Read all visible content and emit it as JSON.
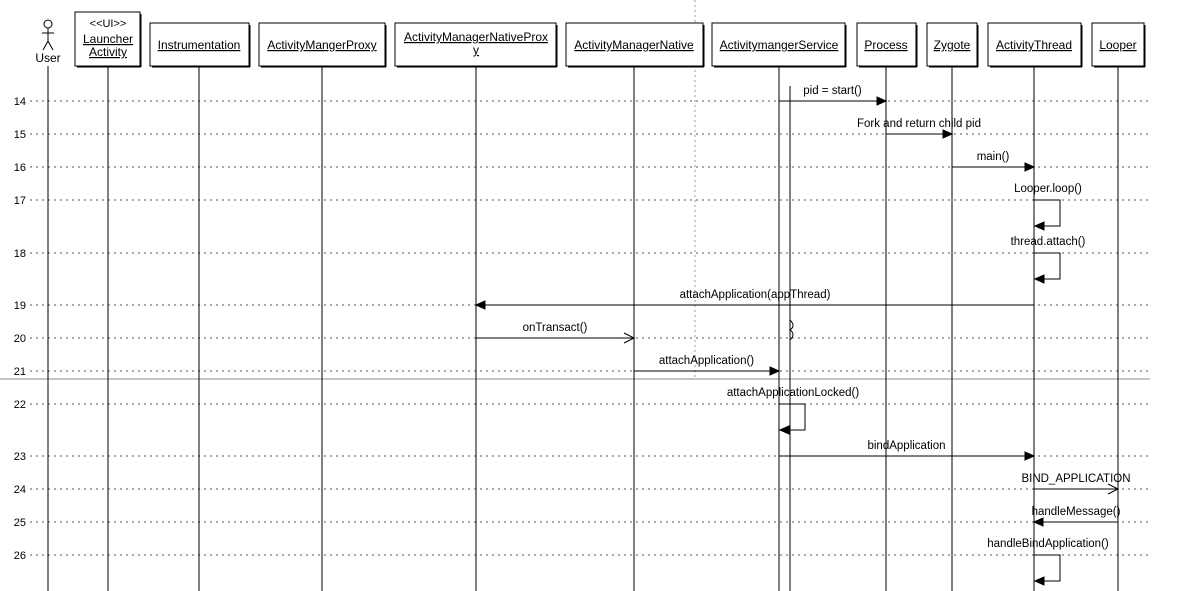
{
  "actor": {
    "label": "User"
  },
  "participants": [
    {
      "id": "launcher",
      "stereotype": "<<UI>>",
      "lines": [
        "Launcher",
        "Activity"
      ]
    },
    {
      "id": "instrumentation",
      "lines": [
        "Instrumentation"
      ]
    },
    {
      "id": "amproxy",
      "lines": [
        "ActivityMangerProxy"
      ]
    },
    {
      "id": "amnativeproxy",
      "lines": [
        "ActivityManagerNativeProx",
        "y"
      ]
    },
    {
      "id": "amnative",
      "lines": [
        "ActivityManagerNative"
      ]
    },
    {
      "id": "amservice",
      "lines": [
        "ActivitymangerService"
      ]
    },
    {
      "id": "process",
      "lines": [
        "Process"
      ]
    },
    {
      "id": "zygote",
      "lines": [
        "Zygote"
      ]
    },
    {
      "id": "activitythread",
      "lines": [
        "ActivityThread"
      ]
    },
    {
      "id": "looper",
      "lines": [
        "Looper"
      ]
    }
  ],
  "rows": [
    "14",
    "15",
    "16",
    "17",
    "18",
    "19",
    "20",
    "21",
    "22",
    "23",
    "24",
    "25",
    "26"
  ],
  "messages": [
    {
      "id": "start",
      "label": "pid = start()",
      "from": "amservice",
      "to": "process",
      "row": "14",
      "style": "sync"
    },
    {
      "id": "fork",
      "label": "Fork and return child pid",
      "from": "process",
      "to": "zygote",
      "row": "15",
      "style": "sync"
    },
    {
      "id": "main",
      "label": "main()",
      "from": "zygote",
      "to": "activitythread",
      "row": "16",
      "style": "sync"
    },
    {
      "id": "looperloop",
      "label": "Looper.loop()",
      "from": "activitythread",
      "to": "activitythread",
      "row": "17",
      "style": "self"
    },
    {
      "id": "threadattach",
      "label": "thread.attach()",
      "from": "activitythread",
      "to": "activitythread",
      "row": "18",
      "style": "self"
    },
    {
      "id": "attachapp",
      "label": "attachApplication(appThread)",
      "from": "activitythread",
      "to": "amnativeproxy",
      "row": "19",
      "style": "sync"
    },
    {
      "id": "ontransact",
      "label": "onTransact()",
      "from": "amnativeproxy",
      "to": "amnative",
      "row": "20",
      "style": "async"
    },
    {
      "id": "attachapp2",
      "label": "attachApplication()",
      "from": "amnative",
      "to": "amservice",
      "row": "21",
      "style": "sync"
    },
    {
      "id": "attachlocked",
      "label": "attachApplicationLocked()",
      "from": "amservice",
      "to": "amservice",
      "row": "22",
      "style": "self"
    },
    {
      "id": "bindapp",
      "label": "bindApplication",
      "from": "amservice",
      "to": "activitythread",
      "row": "23",
      "style": "sync"
    },
    {
      "id": "bindmsg",
      "label": "BIND_APPLICATION",
      "from": "activitythread",
      "to": "looper",
      "row": "24",
      "style": "async"
    },
    {
      "id": "handlemsg",
      "label": "handleMessage()",
      "from": "looper",
      "to": "activitythread",
      "row": "25",
      "style": "sync"
    },
    {
      "id": "handlebind",
      "label": "handleBindApplication()",
      "from": "activitythread",
      "to": "activitythread",
      "row": "26",
      "style": "self"
    }
  ]
}
